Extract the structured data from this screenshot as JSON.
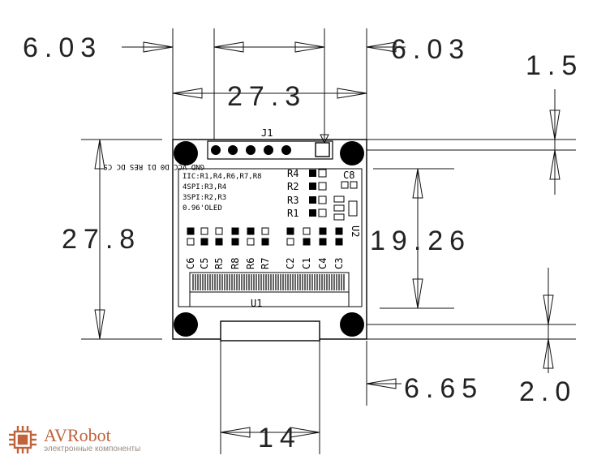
{
  "dimensions": {
    "left_margin": "6.03",
    "right_margin": "6.03",
    "hole_span": "27.3",
    "top_offset": "1.5",
    "board_height": "27.8",
    "display_height": "19.26",
    "right_lower": "6.65",
    "bottom_offset": "2.0",
    "tab_width": "14"
  },
  "board": {
    "header_label": "J1",
    "pin_labels": "GND VCC D0 D1 RES DC CS",
    "modes": [
      "IIC:R1,R4,R6,R7,R8",
      "4SPI:R3,R4",
      "3SPI:R2,R3",
      "0.96'OLED"
    ],
    "resistors": [
      "R4",
      "R2",
      "R3",
      "R1"
    ],
    "cap_c8": "C8",
    "u2_label": "U2",
    "u1_label": "U1",
    "bottom_components": [
      "C6",
      "C5",
      "R5",
      "R8",
      "R6",
      "R7",
      "C2",
      "C1",
      "C4",
      "C3"
    ]
  },
  "brand": {
    "name": "AVRobot",
    "subtitle": "электронные компоненты",
    "color": "#c0623a"
  }
}
